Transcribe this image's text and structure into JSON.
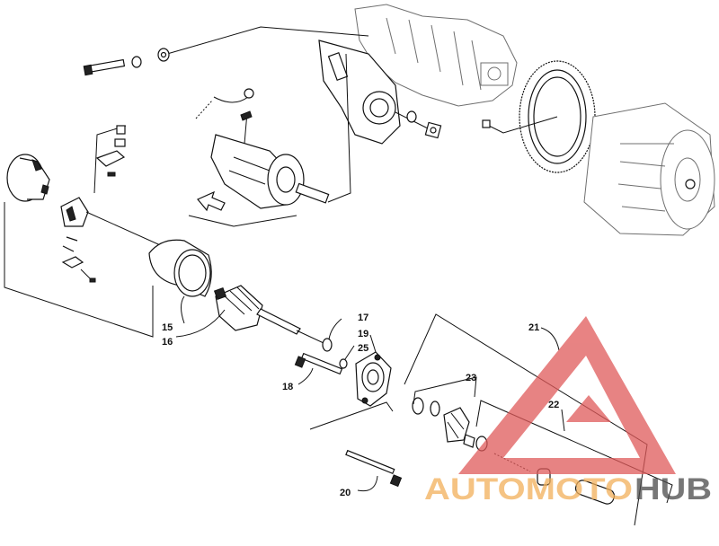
{
  "callouts": {
    "c15": "15",
    "c16": "16",
    "c17": "17",
    "c18": "18",
    "c19": "19",
    "c20": "20",
    "c21": "21",
    "c22": "22",
    "c23": "23",
    "c25": "25"
  },
  "watermark": {
    "brand_orange": "AUTOMOTO",
    "brand_dark": "HUB",
    "color_triangle": "#e05a5a",
    "color_orange": "#f2b05a",
    "color_dark": "#4a4a4a"
  }
}
